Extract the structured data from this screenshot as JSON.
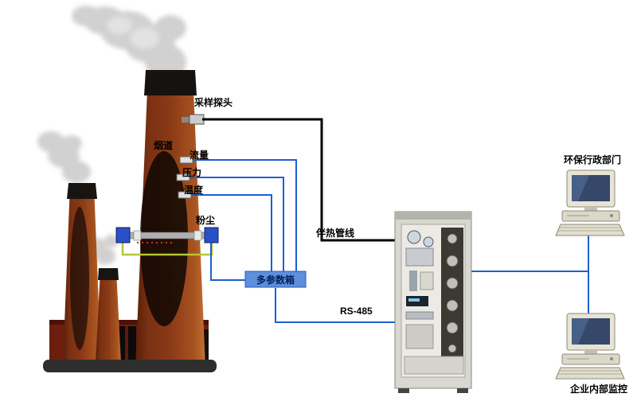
{
  "labels": {
    "sampling_probe": "采样探头",
    "flue": "烟道",
    "flow": "流量",
    "pressure": "压力",
    "temperature": "温度",
    "dust": "粉尘",
    "multi_param_box": "多参数箱",
    "heated_line": "伴热管线",
    "rs485": "RS-485",
    "epa_dept": "环保行政部门",
    "enterprise_monitor": "企业内部监控"
  },
  "colors": {
    "signal_line_blue": "#1f5fd0",
    "heated_line_black": "#000000",
    "cable_green": "#b4c832",
    "multi_param_box_fill": "#5e8fdc",
    "dust_sensor_blue": "#2a50c8",
    "chimney_brown": "#8a3a16",
    "smoke_gray": "#cfcfcf"
  }
}
